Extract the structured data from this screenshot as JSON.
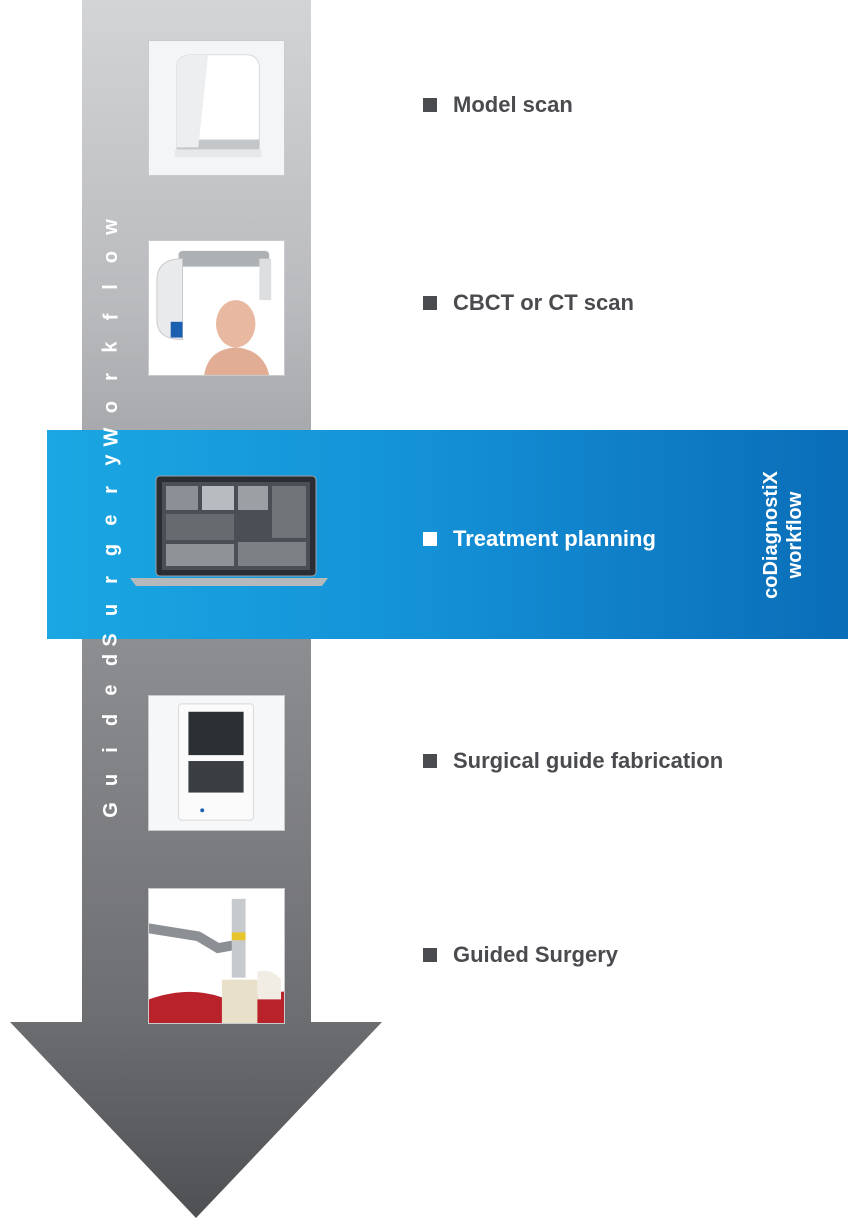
{
  "side_label": {
    "top_word": [
      "W",
      "o",
      "r",
      "k",
      "f",
      "l",
      "o",
      "w"
    ],
    "middle_word": [
      "S",
      "u",
      "r",
      "g",
      "e",
      "r",
      "y"
    ],
    "bottom_word": [
      "G",
      "u",
      "i",
      "d",
      "e",
      "d"
    ]
  },
  "band_title": {
    "line1": "coDiagnostiX",
    "line2": "workflow"
  },
  "steps": [
    {
      "label": "Model scan"
    },
    {
      "label": "CBCT or CT scan"
    },
    {
      "label": "Treatment planning"
    },
    {
      "label": "Surgical guide fabrication"
    },
    {
      "label": "Guided Surgery"
    }
  ],
  "colors": {
    "arrow_grey_top": "#d3d4d6",
    "arrow_grey_bottom": "#6c6d71",
    "band_blue_left": "#1aa7e2",
    "band_blue_right": "#0a6db8",
    "text_dark": "#4a4b4e",
    "text_light": "#ffffff"
  },
  "icons": [
    "model-scanner-icon",
    "cbct-scanner-icon",
    "planning-laptop-icon",
    "milling-machine-icon",
    "guided-drill-icon"
  ]
}
